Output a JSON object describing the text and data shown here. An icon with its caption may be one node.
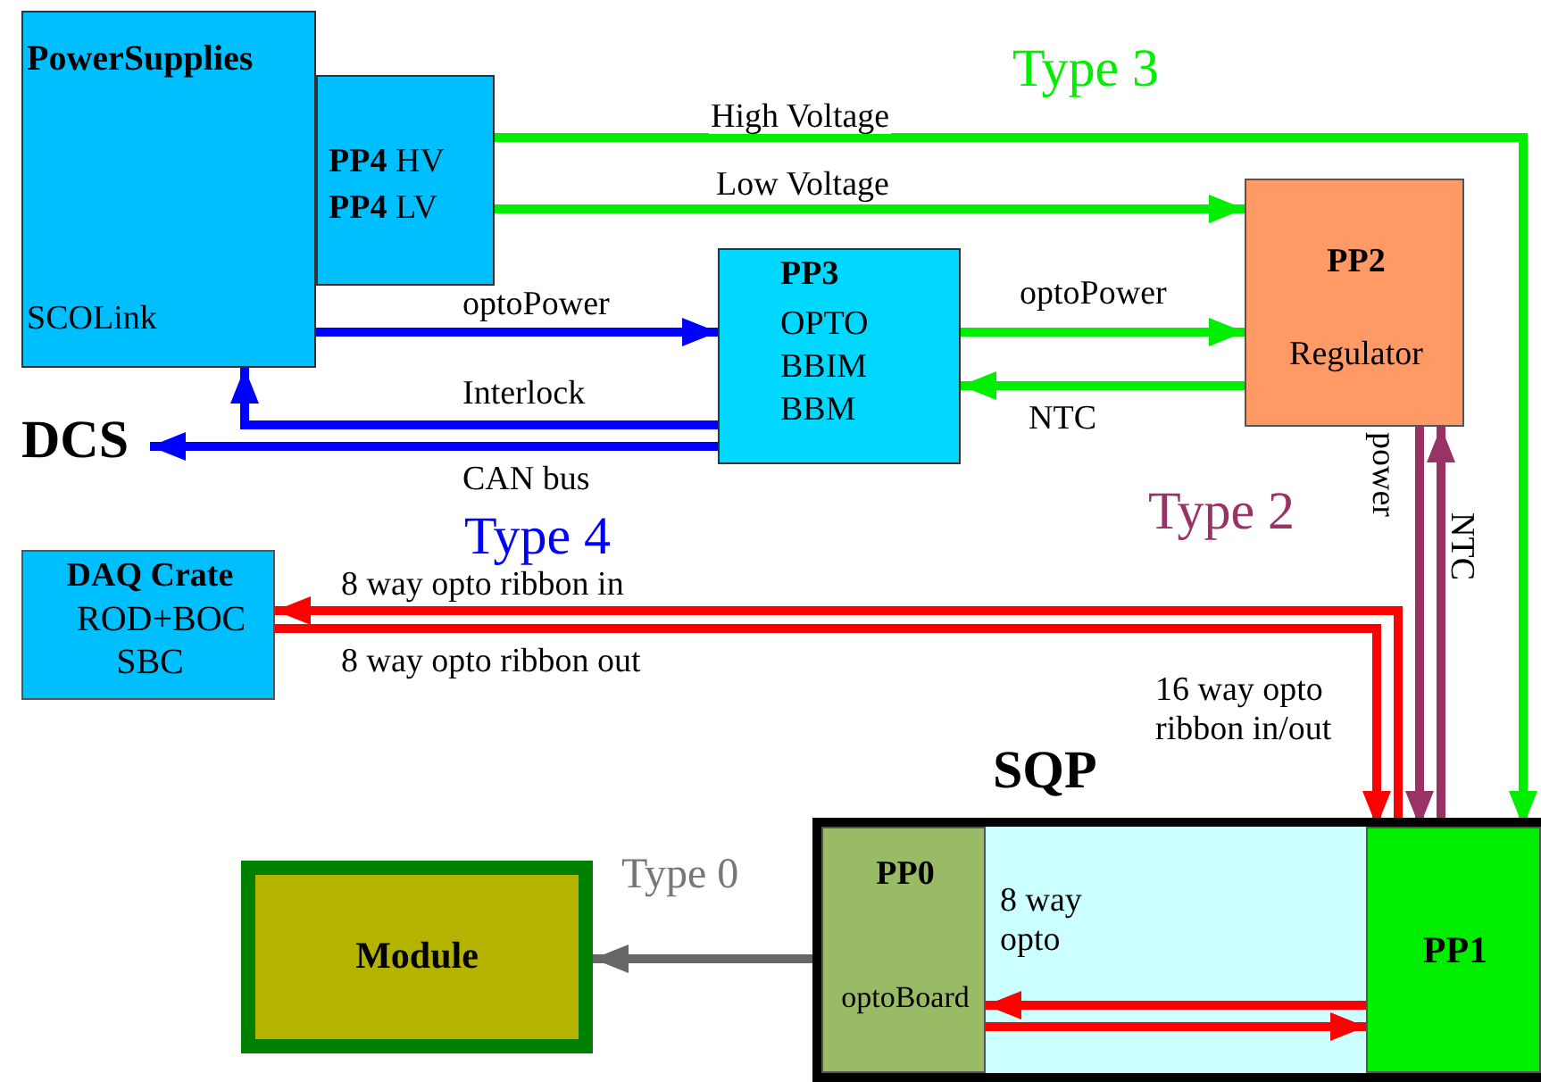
{
  "diagram": {
    "nodes": [
      {
        "text": [
          "PowerSupplies",
          "SCOLink"
        ]
      },
      {
        "text": [
          "**PP4** HV",
          "**PP4** LV"
        ]
      },
      {
        "text": [
          "PP3",
          "OPTO BBIM BBM"
        ]
      },
      {
        "text": [
          "PP2",
          "Regulator"
        ]
      },
      {
        "text": [
          "DCS"
        ]
      },
      {
        "text": [
          "DAQ Crate",
          "ROD+BOC SBC"
        ]
      },
      {
        "text": [
          "Module"
        ]
      },
      {
        "text": [
          "SQP"
        ]
      },
      {
        "text": [
          "PP0",
          "optoBoard"
        ],
        "in": 7
      },
      {
        "text": [
          "PP1"
        ],
        "in": 7
      }
    ],
    "edges": [
      {
        "from": 1,
        "to": 9,
        "arrow": "to",
        "label": "High Voltage"
      },
      {
        "from": 1,
        "to": 3,
        "arrow": "to",
        "label": "Low Voltage"
      },
      {
        "from": 0,
        "to": 2,
        "arrow": "to",
        "label": "optoPower",
        "color": "#0000ff"
      },
      {
        "from": 2,
        "to": 3,
        "arrow": "to",
        "label": "optoPower"
      },
      {
        "from": 3,
        "to": 2,
        "arrow": "to",
        "label": "NTC"
      },
      {
        "from": 2,
        "to": 0,
        "arrow": "to",
        "label": "Interlock",
        "color": "#0000ff"
      },
      {
        "from": 2,
        "to": 4,
        "arrow": "to",
        "label": "CAN bus",
        "color": "#0000ff"
      },
      {
        "from": 9,
        "to": 5,
        "arrow": "to",
        "label": "8 way opto ribbon in",
        "color": "#ff0000"
      },
      {
        "from": 5,
        "to": 9,
        "arrow": "to",
        "label": "8 way opto ribbon out",
        "color": "#ff0000"
      },
      {
        "from": 3,
        "to": 9,
        "arrow": "to",
        "label": "power",
        "color": "#993366"
      },
      {
        "from": 9,
        "to": 3,
        "arrow": "to",
        "label": "NTC",
        "color": "#993366"
      },
      {
        "from": 8,
        "to": 6,
        "arrow": "to",
        "color": "#666666"
      },
      {
        "from": 9,
        "to": 8,
        "arrow": "to",
        "color": "#ff0000"
      },
      {
        "from": 8,
        "to": 9,
        "arrow": "to",
        "color": "#ff0000"
      }
    ],
    "labels": [
      "Type 3",
      "Type 4",
      "Type 2",
      "Type 0",
      "16 way opto ribbon in/out",
      "8 way opto"
    ]
  }
}
